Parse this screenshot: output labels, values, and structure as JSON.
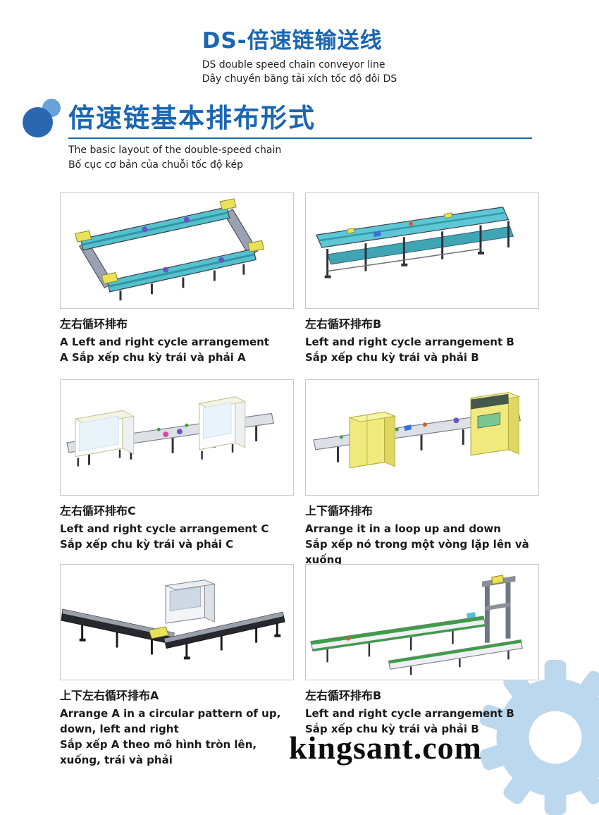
{
  "colors": {
    "accent_blue": "#1a66b2",
    "gear_blue": "#bcd8ee",
    "caption_text": "#1a1a1a",
    "image_border": "#c9c9c9"
  },
  "header": {
    "title": "DS-倍速链输送线",
    "subtitle_en": "DS double speed chain conveyor line",
    "subtitle_vi": "Dây chuyền băng tải xích tốc độ đôi DS"
  },
  "section": {
    "title": "倍速链基本排布形式",
    "subtitle_en": "The basic layout of the double-speed chain",
    "subtitle_vi": "Bố cục cơ bản của chuỗi tốc độ kép"
  },
  "cards": [
    {
      "zh": "左右循环排布",
      "en": "A Left and right cycle arrangement",
      "vi": "A Sắp xếp chu kỳ trái và phải A",
      "image": "left-right-cycle-arrangement-A"
    },
    {
      "zh": "左右循环排布B",
      "en": "Left and right cycle arrangement B",
      "vi": "Sắp xếp chu kỳ trái và phải B",
      "image": "left-right-cycle-arrangement-B"
    },
    {
      "zh": "左右循环排布C",
      "en": "Left and right cycle arrangement C",
      "vi": "Sắp xếp chu kỳ trái và phải C",
      "image": "left-right-cycle-arrangement-C"
    },
    {
      "zh": "上下循环排布",
      "en": "Arrange it in a loop up and down",
      "vi": "Sắp xếp nó trong một vòng lặp lên và xuống",
      "image": "up-down-loop-arrangement"
    },
    {
      "zh": "上下左右循环排布A",
      "en": "Arrange A in a circular pattern of up, down, left and right",
      "vi": "Sắp xếp A theo mô hình tròn lên, xuống, trái và phải",
      "image": "up-down-left-right-cycle-arrangement-A"
    },
    {
      "zh": "左右循环排布B",
      "en": "Left and right cycle arrangement B",
      "vi": "Sắp xếp chu kỳ trái và phải B",
      "image": "left-right-cycle-arrangement-B2"
    }
  ],
  "footer": {
    "watermark": "kingsant.com"
  },
  "icons": {
    "gear-icon": "light-blue gear silhouette, bottom-right corner",
    "blue-dots-decoration": "two overlapping blue circles"
  }
}
